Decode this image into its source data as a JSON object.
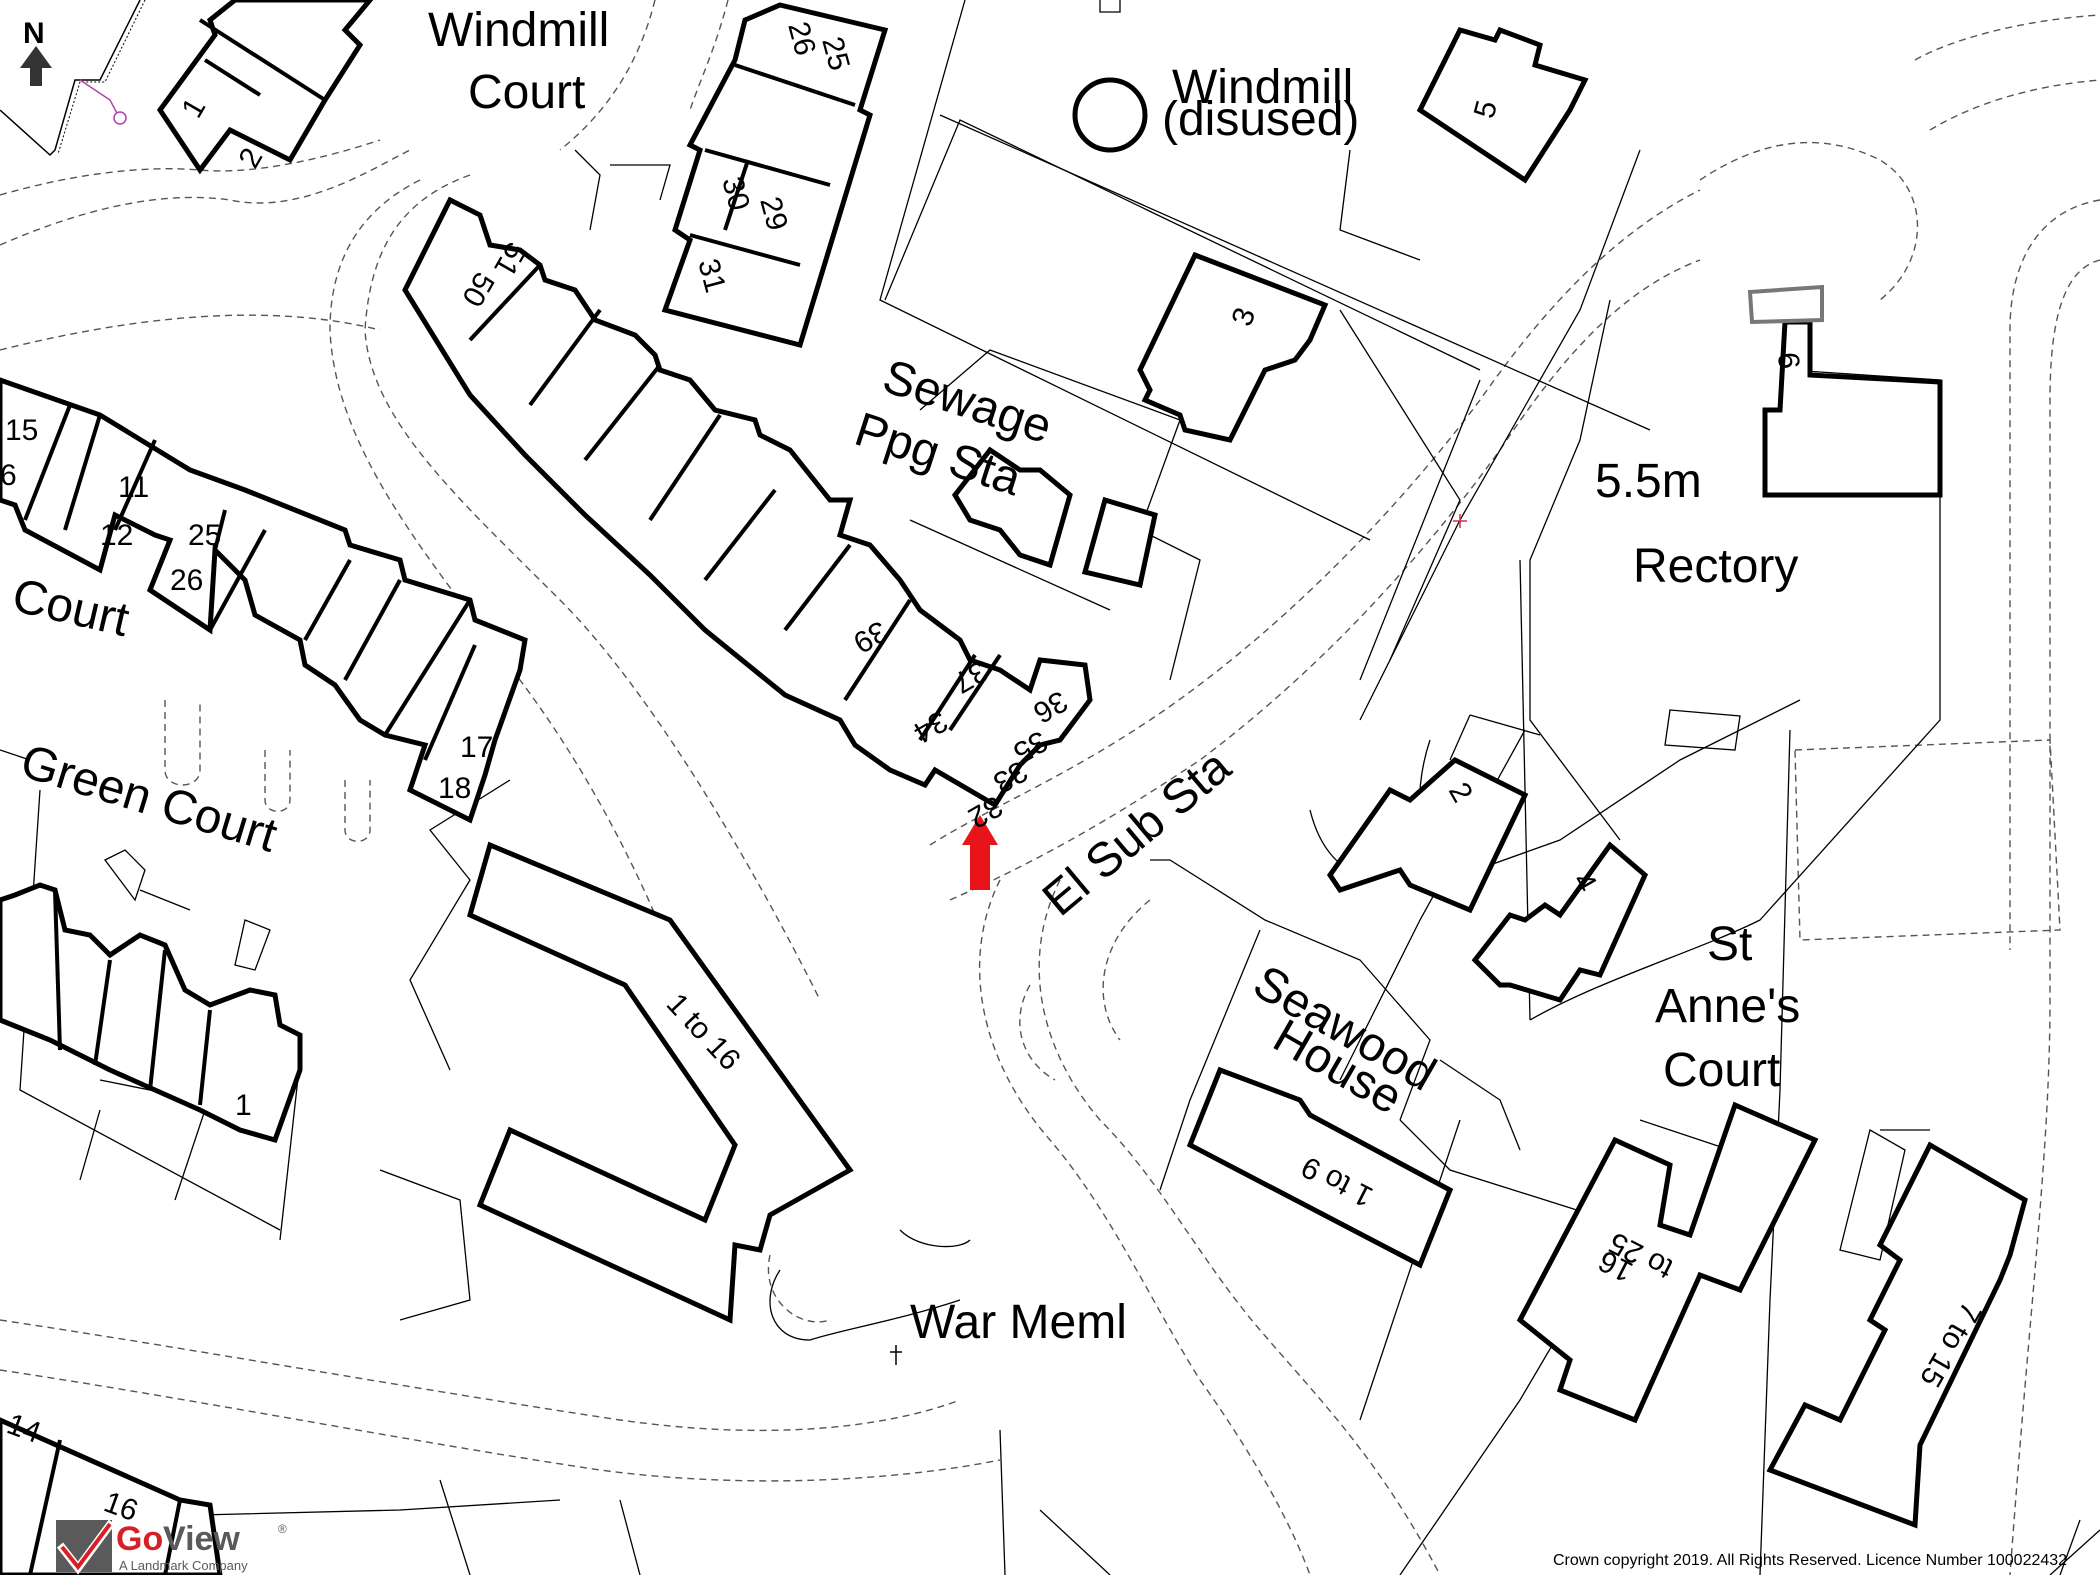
{
  "map": {
    "north_label": "N",
    "places": {
      "windmill_court": [
        "Windmill",
        "Court"
      ],
      "windmill": [
        "Windmill",
        "(disused)"
      ],
      "sewage": [
        "Sewage",
        "Ppg Sta"
      ],
      "height": "5.5m",
      "rectory": "Rectory",
      "court_partial": "Court",
      "green_court": "Green Court",
      "el_sub_sta": "El Sub Sta",
      "st_annes": [
        "St",
        "Anne's",
        "Court"
      ],
      "seawood": [
        "Seawood",
        "House"
      ],
      "war_meml": "War Meml"
    },
    "house_numbers": {
      "n1": "1",
      "n2": "2",
      "n25": "25",
      "n26": "26",
      "n30": "30",
      "n29": "29",
      "n31": "31",
      "n50": "50",
      "n51": "51",
      "n5": "5",
      "n3": "3",
      "n9": "9",
      "n15": "15",
      "n6": "6",
      "n11": "11",
      "n12": "12",
      "n25b": "25",
      "n26b": "26",
      "n17": "17",
      "n18": "18",
      "n39": "39",
      "n37": "37",
      "n34": "34",
      "n36": "36",
      "n35": "35",
      "n33": "33",
      "n32": "32",
      "n2b": "2",
      "n4": "4",
      "n1b": "1",
      "range_1_16": "1 to 16",
      "range_1_9": "1 to 9",
      "range_16_25": [
        "16",
        "to 25"
      ],
      "range_7_15": "7 to 15",
      "n14": "14",
      "n16": "16"
    },
    "copyright": "Crown copyright 2019. All Rights Reserved. Licence Number 100022432",
    "logo": {
      "brand_go": "Go",
      "brand_view": "View",
      "tagline": "A Landmark Company",
      "registered": "®"
    },
    "colors": {
      "marker": "#e8141a",
      "logo_red": "#d61f26",
      "logo_grey": "#5a5a5a"
    }
  }
}
